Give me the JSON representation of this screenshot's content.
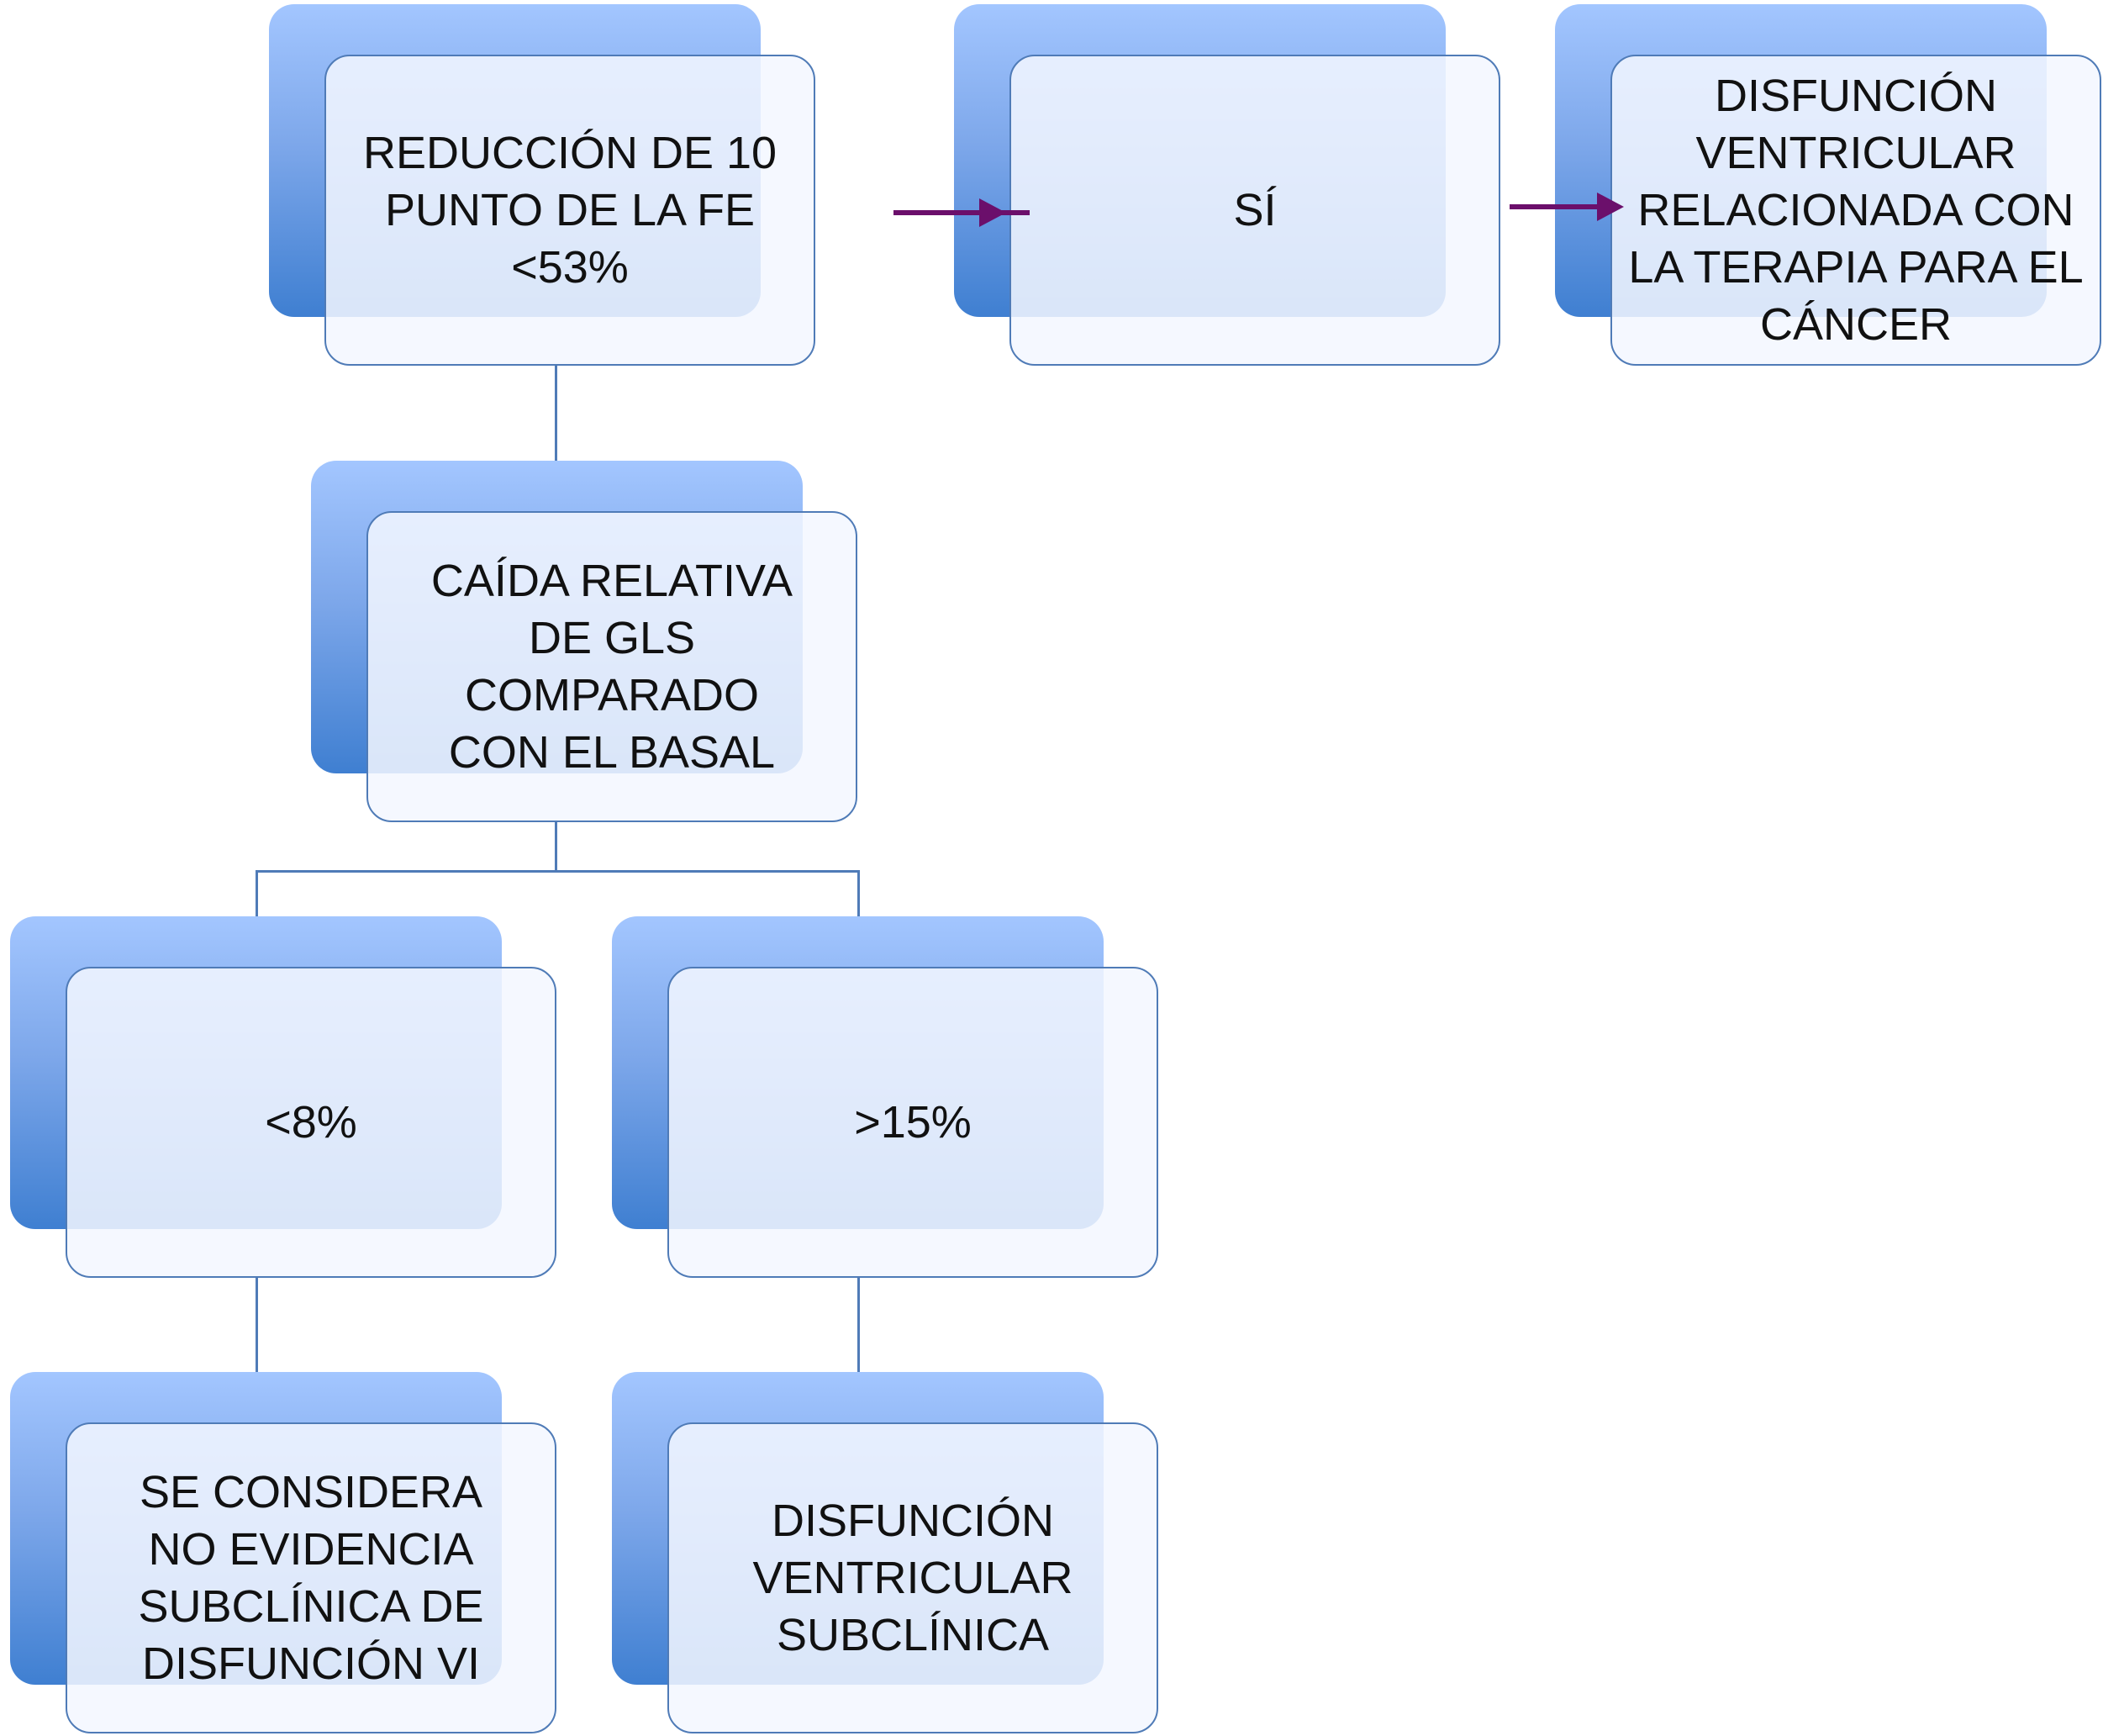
{
  "colors": {
    "box_gradient_top": "#a3c6ff",
    "box_gradient_bottom": "#3f7fd1",
    "box_border": "#4f7bb7",
    "connector": "#4f7bb7",
    "arrow": "#6b0f6b",
    "text": "#111111"
  },
  "nodes": {
    "reduccion_fe": "REDUCCIÓN DE 10\nPUNTO DE LA FE\n<53%",
    "si": "SÍ",
    "disfuncion_terapia": "DISFUNCIÓN\nVENTRICULAR\nRELACIONADA CON\nLA TERAPIA PARA EL\nCÁNCER",
    "caida_gls": "CAÍDA RELATIVA\nDE GLS\nCOMPARADO\nCON EL BASAL",
    "menor_8": "<8%",
    "mayor_15": ">15%",
    "no_evidencia": "SE CONSIDERA\nNO EVIDENCIA\nSUBCLÍNICA DE\nDISFUNCIÓN VI",
    "disfuncion_subclinica": "DISFUNCIÓN\nVENTRICULAR\nSUBCLÍNICA"
  }
}
